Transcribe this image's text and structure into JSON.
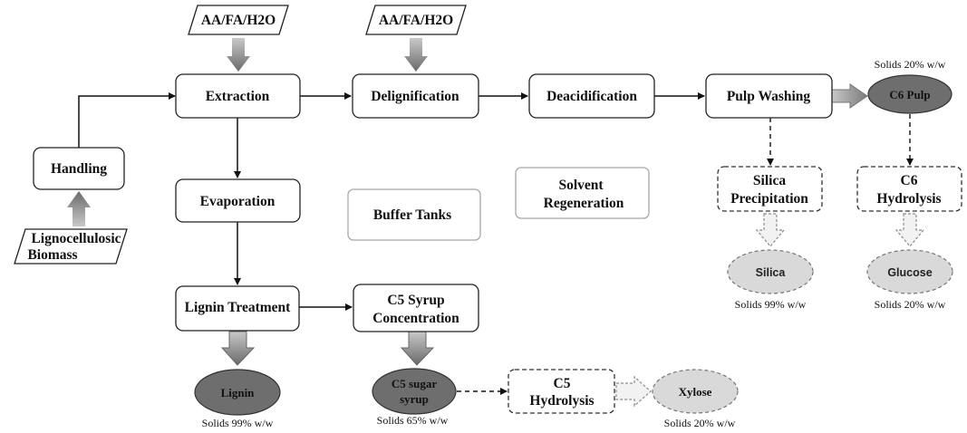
{
  "inputs": {
    "solvent_1": "AA/FA/H2O",
    "solvent_2": "AA/FA/H2O",
    "feedstock": [
      "Lignocellulosic",
      "Biomass"
    ]
  },
  "process": {
    "handling": "Handling",
    "extraction": "Extraction",
    "delignification": "Delignification",
    "deacidification": "Deacidification",
    "pulp_washing": "Pulp Washing",
    "evaporation": "Evaporation",
    "buffer_tanks": "Buffer Tanks",
    "solvent_regeneration": [
      "Solvent",
      "Regeneration"
    ],
    "lignin_treatment": "Lignin Treatment",
    "c5_syrup_concentration": [
      "C5 Syrup",
      "Concentration"
    ],
    "silica_precipitation": [
      "Silica",
      "Precipitation"
    ],
    "c6_hydrolysis": [
      "C6",
      "Hydrolysis"
    ],
    "c5_hydrolysis": [
      "C5",
      "Hydrolysis"
    ]
  },
  "products": {
    "c6_pulp": "C6 Pulp",
    "silica": "Silica",
    "glucose": "Glucose",
    "lignin": "Lignin",
    "c5_sugar_syrup": [
      "C5 sugar",
      "syrup"
    ],
    "xylose": "Xylose"
  },
  "solids": {
    "c6_pulp": "Solids 20% w/w",
    "silica": "Solids 99% w/w",
    "glucose": "Solids 20% w/w",
    "lignin": "Solids 99% w/w",
    "c5_sugar_syrup": "Solids 65% w/w",
    "xylose": "Solids 20% w/w"
  },
  "colors": {
    "dark_product": "#6e6e6e",
    "light_product": "#d9d9d9",
    "arrow_fill": "#9a9a9a",
    "box_border": "#333333",
    "soft_border": "#a8a8a8"
  }
}
